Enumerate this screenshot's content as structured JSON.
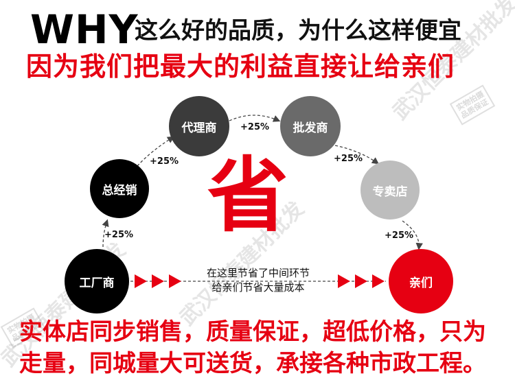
{
  "header": {
    "why": "WHY",
    "question": "这么好的品质，为什么这样便宜",
    "answer": "因为我们把最大的利益直接让给亲们"
  },
  "flow": {
    "nodes": [
      "工厂商",
      "总经销",
      "代理商",
      "批发商",
      "专卖店",
      "亲们"
    ],
    "markups": [
      "+25%",
      "+25%",
      "+25%",
      "+25%",
      "+25%"
    ],
    "center_char": "省",
    "middle_note_line1": "在这里节省了中间环节",
    "middle_note_line2": "给亲们节省大量成本"
  },
  "footer": {
    "line1": "实体店同步销售，质量保证，超低价格，只为",
    "line2": "走量，同城量大可送货，承接各种市政工程。"
  },
  "watermark": {
    "text": "武汉恒泰建材批发",
    "stamp_line1": "实物拍摄",
    "stamp_line2": "品质保证"
  },
  "colors": {
    "accent_red": "#e60012",
    "node_black": "#000000",
    "node_dark_gray": "#3b3b3b",
    "node_gray": "#6a6a6a",
    "node_light_gray": "#bdbdbd"
  }
}
